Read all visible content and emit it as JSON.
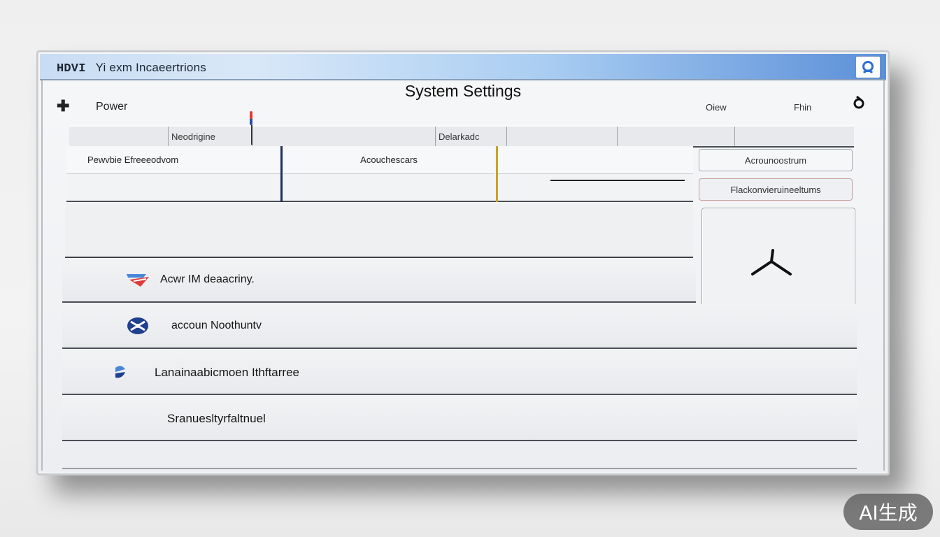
{
  "window": {
    "title_logo": "HDVI",
    "title": "Yi exm Incaeertrions"
  },
  "header": {
    "heading": "System Settings",
    "power_label": "Power",
    "link_a": "Oiew",
    "link_b": "Fhin"
  },
  "tabs": [
    {
      "label": "Neodrigine"
    },
    {
      "label": ""
    },
    {
      "label": "Delarkadc"
    },
    {
      "label": ""
    },
    {
      "label": ""
    },
    {
      "label": ""
    }
  ],
  "grid": {
    "cell_1": "Pewvbie Efreeeodvom",
    "cell_2": "Acouchescars"
  },
  "side_panel": {
    "button_1": "Acrounoostrum",
    "button_2": "Flackonvieruineeltums"
  },
  "rows": [
    {
      "label": "Acwr IM deaacriny.",
      "icon": "flag-stripes-icon"
    },
    {
      "label": "accoun Noothuntv",
      "icon": "globe-icon"
    },
    {
      "label": "Lanainaabicmoen Ithftarree",
      "icon": "language-icon"
    },
    {
      "label": "Sranuesltyrfaltnuel",
      "icon": ""
    }
  ],
  "watermark": "AI生成",
  "colors": {
    "title_gradient_end": "#5b8fd8",
    "marker_red": "#e23a3a",
    "marker_blue": "#2b4ea0",
    "accent_gold": "#c9a227"
  }
}
